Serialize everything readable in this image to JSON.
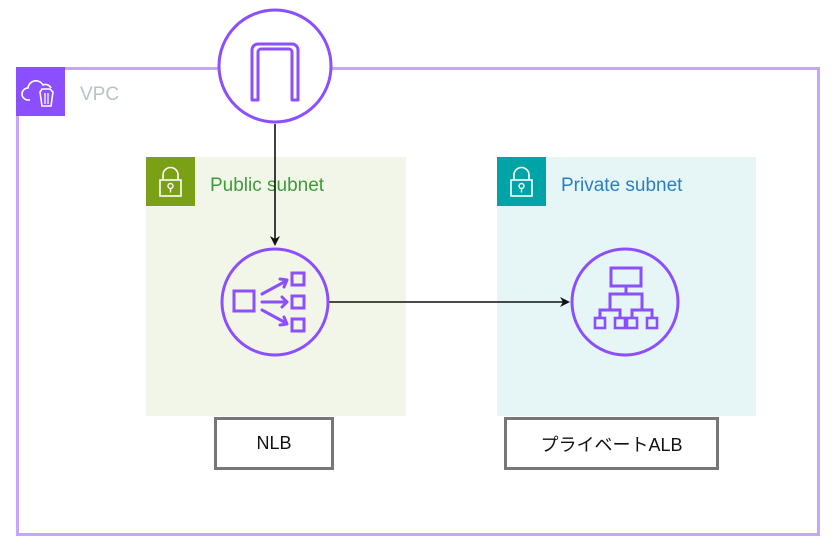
{
  "diagram": {
    "vpc": {
      "label": "VPC",
      "icon": "vpc-cloud-icon",
      "color": "#8c4fff",
      "border_color": "#c5a6fa",
      "label_color": "#b8c4c4"
    },
    "public_subnet": {
      "label": "Public subnet",
      "icon": "lock-icon",
      "icon_color": "#7aa116",
      "label_color": "#3f9b3a",
      "fill": "#f2f6e8"
    },
    "private_subnet": {
      "label": "Private subnet",
      "icon": "lock-icon",
      "icon_color": "#00a4a6",
      "label_color": "#2b7fbf",
      "fill": "#e6f6f7"
    },
    "nodes": [
      {
        "id": "igw",
        "icon": "internet-gateway-icon",
        "color": "#8c4fff"
      },
      {
        "id": "nlb",
        "icon": "network-load-balancer-icon",
        "color": "#8c4fff",
        "label": "NLB"
      },
      {
        "id": "alb",
        "icon": "application-load-balancer-icon",
        "color": "#8c4fff",
        "label": "プライベートALB"
      }
    ],
    "edges": [
      {
        "from": "igw",
        "to": "nlb"
      },
      {
        "from": "nlb",
        "to": "alb"
      }
    ]
  }
}
